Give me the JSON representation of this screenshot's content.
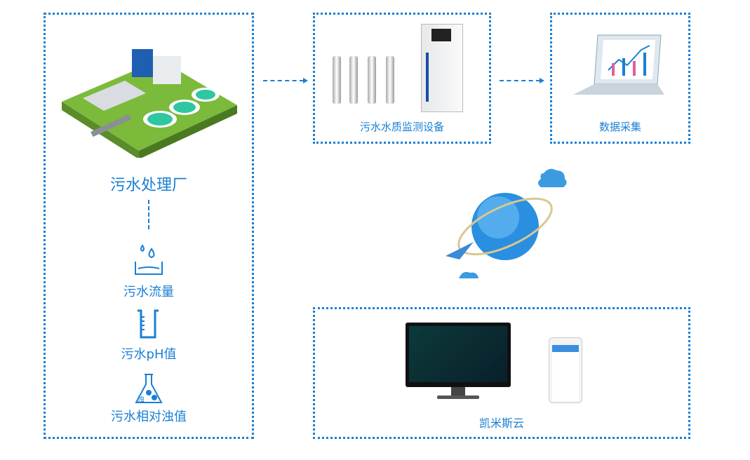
{
  "plant": {
    "title": "污水处理厂",
    "metrics": [
      {
        "label": "污水流量",
        "icon": "water-drop-basin-icon"
      },
      {
        "label": "污水pH值",
        "icon": "beaker-icon"
      },
      {
        "label": "污水相对浊值",
        "icon": "flask-icon",
        "icon_text": "浊"
      }
    ]
  },
  "device": {
    "label": "污水水质监测设备"
  },
  "collect": {
    "label": "数据采集"
  },
  "cloud": {
    "label": "凯米斯云"
  },
  "colors": {
    "accent": "#1a7fd4"
  }
}
